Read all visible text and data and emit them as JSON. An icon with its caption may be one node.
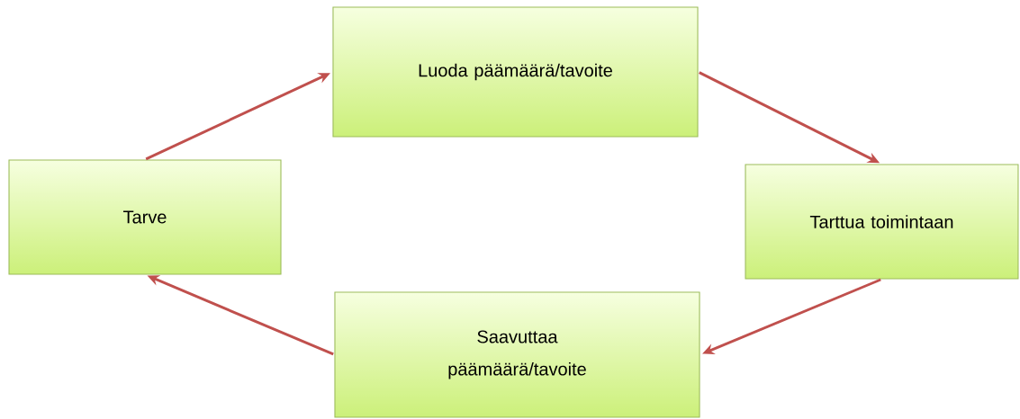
{
  "diagram": {
    "nodes": [
      {
        "text": [
          "Tarve"
        ]
      },
      {
        "text": [
          "Luoda päämäärä/tavoite"
        ]
      },
      {
        "text": [
          "Tarttua toimintaan"
        ]
      },
      {
        "text": [
          "Saavuttaa päämäärä/tavoite"
        ]
      }
    ],
    "edges": [
      {
        "from": 0,
        "to": 1,
        "arrow": "to"
      },
      {
        "from": 1,
        "to": 2,
        "arrow": "to"
      },
      {
        "from": 2,
        "to": 3,
        "arrow": "to"
      },
      {
        "from": 3,
        "to": 0,
        "arrow": "to"
      }
    ]
  }
}
